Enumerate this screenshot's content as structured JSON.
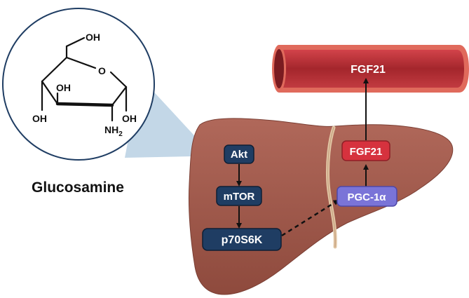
{
  "molecule": {
    "name": "Glucosamine",
    "labels": {
      "oh_top": "OH",
      "ring_o": "O",
      "oh_c3": "OH",
      "oh_c4": "OH",
      "oh_c1": "OH",
      "nh": "NH",
      "nh_sub": "2"
    }
  },
  "vessel": {
    "label": "FGF21",
    "color": "#a4262c"
  },
  "nodes": {
    "akt": "Akt",
    "mtor": "mTOR",
    "p70s6k": "p70S6K",
    "pgc1a": "PGC-1α",
    "fgf21_liver": "FGF21"
  },
  "colors": {
    "liver": "#9d5446",
    "dark_node": "#1f3d63",
    "pgc_node": "#7a74d8",
    "fgf_node": "#d6323e",
    "highlight": "#bcd3e4"
  }
}
